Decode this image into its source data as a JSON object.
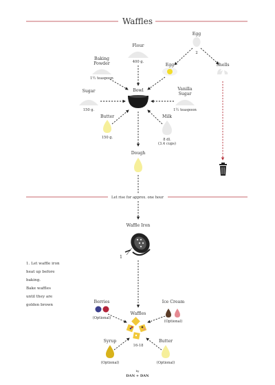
{
  "title": "Waffles",
  "ingredients": {
    "flour": {
      "name": "Flour",
      "amount": "400 g."
    },
    "baking_powder": {
      "name_line1": "Baking",
      "name_line2": "Powder",
      "amount": "1½ teaspoon"
    },
    "sugar": {
      "name": "Sugar",
      "amount": "150 g."
    },
    "butter": {
      "name": "Butter",
      "amount": "150 g."
    },
    "egg_source": {
      "name": "Egg",
      "count": "2"
    },
    "egg": {
      "name": "Egg"
    },
    "shells": {
      "name": "Shells"
    },
    "vanilla_sugar": {
      "name_line1": "Vanilla",
      "name_line2": "Sugar",
      "amount": "1½ teaspoon"
    },
    "milk": {
      "name": "Milk",
      "amount_line1": "8 dl.",
      "amount_line2": "(3.4 cups)"
    }
  },
  "bowl": {
    "name": "Bowl"
  },
  "dough": {
    "name": "Dough"
  },
  "rise_step": "Let rise for approx. one hour",
  "waffle_iron": {
    "name": "Waffle Iron",
    "count": "1"
  },
  "instructions": [
    "1. Let waffle iron",
    "heat up before",
    "baking.",
    "Bake waffles",
    "until they are",
    "golden brown"
  ],
  "toppings": {
    "berries": {
      "name": "Berries",
      "note": "(Optional)"
    },
    "ice_cream": {
      "name": "Ice Cream",
      "note": "(Optional)"
    },
    "syrup": {
      "name": "Syrup",
      "note": "(Optional)"
    },
    "butter": {
      "name": "Butter",
      "note": "(Optional)"
    }
  },
  "waffles": {
    "name": "Waffles",
    "count": "16-18"
  },
  "credit": {
    "by": "by",
    "author": "DAN + DAN"
  },
  "colors": {
    "accent_line": "#b5313a",
    "arrow": "#222222",
    "powder": "#e9e9e9",
    "butter": "#f6ef9a",
    "egg_yolk": "#f3dd2a",
    "berry_blue": "#3b3f8c",
    "berry_red": "#b2243a",
    "chocolate": "#5a3c28",
    "strawberry": "#e58a92",
    "syrup": "#d8b21a",
    "waffle": "#f1c83a"
  }
}
